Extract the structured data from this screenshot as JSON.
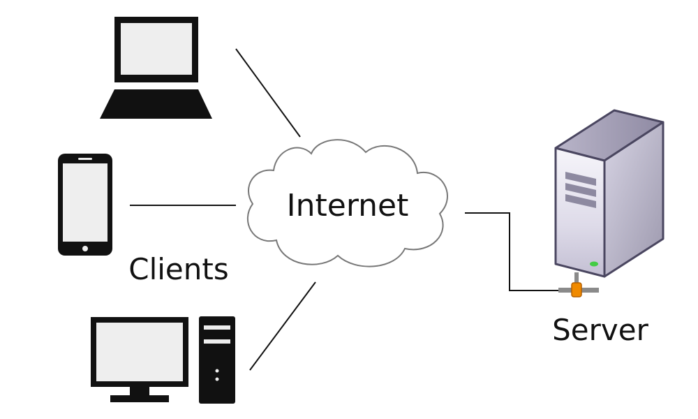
{
  "labels": {
    "internet": "Internet",
    "clients": "Clients",
    "server": "Server"
  },
  "icons": {
    "laptop": "laptop-icon",
    "phone": "smartphone-icon",
    "desktop": "desktop-computer-icon",
    "cloud": "cloud-icon",
    "server": "server-tower-icon"
  },
  "colors": {
    "background": "#ffffff",
    "ink": "#111111",
    "screen": "#eeeeee",
    "cloud_stroke": "#777777",
    "server_body": "#eceaf3",
    "server_shadow": "#9c98ad",
    "connector": "#f08a00",
    "power_led": "#44cc44"
  }
}
